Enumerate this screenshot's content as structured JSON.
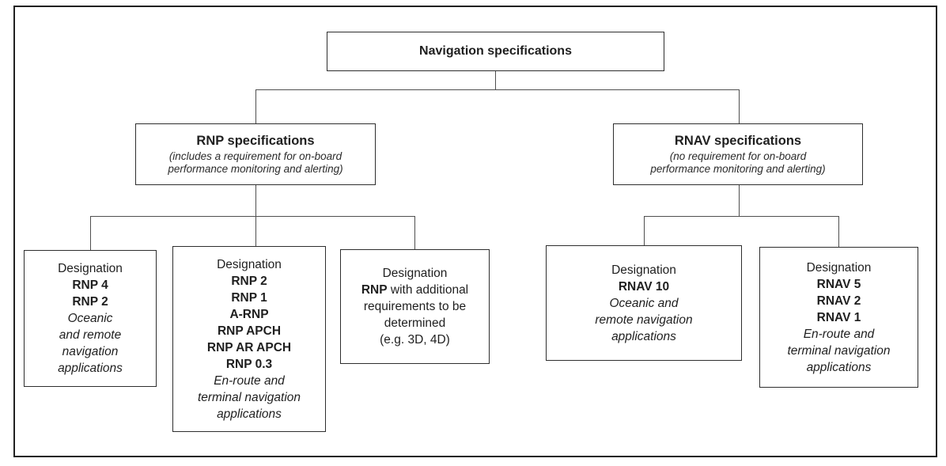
{
  "diagram": {
    "root": {
      "title": "Navigation specifications"
    },
    "rnp": {
      "title": "RNP specifications",
      "subtitle_line1": "(includes a requirement for on-board",
      "subtitle_line2": "performance monitoring and alerting)"
    },
    "rnav": {
      "title": "RNAV specifications",
      "subtitle_line1": "(no requirement for on-board",
      "subtitle_line2": "performance monitoring and alerting)"
    },
    "leaves": {
      "rnp_oceanic": {
        "lines": [
          {
            "text": "Designation",
            "style": "regular"
          },
          {
            "text": "RNP 4",
            "style": "bold"
          },
          {
            "text": "RNP 2",
            "style": "bold"
          },
          {
            "text": "Oceanic",
            "style": "italic"
          },
          {
            "text": "and remote",
            "style": "italic"
          },
          {
            "text": "navigation",
            "style": "italic"
          },
          {
            "text": "applications",
            "style": "italic"
          }
        ]
      },
      "rnp_enroute": {
        "lines": [
          {
            "text": "Designation",
            "style": "regular"
          },
          {
            "text": "RNP 2",
            "style": "bold"
          },
          {
            "text": "RNP 1",
            "style": "bold"
          },
          {
            "text": "A-RNP",
            "style": "bold"
          },
          {
            "text": "RNP APCH",
            "style": "bold"
          },
          {
            "text": "RNP AR APCH",
            "style": "bold"
          },
          {
            "text": "RNP 0.3",
            "style": "bold"
          },
          {
            "text": "En-route and",
            "style": "italic"
          },
          {
            "text": "terminal navigation",
            "style": "italic"
          },
          {
            "text": "applications",
            "style": "italic"
          }
        ]
      },
      "rnp_additional": {
        "lines": [
          {
            "text": "Designation",
            "style": "regular"
          },
          {
            "segments": [
              {
                "text": "RNP",
                "style": "bold"
              },
              {
                "text": " with additional",
                "style": "regular"
              }
            ]
          },
          {
            "text": "requirements to be",
            "style": "regular"
          },
          {
            "text": "determined",
            "style": "regular"
          },
          {
            "text": "(e.g. 3D, 4D)",
            "style": "regular"
          }
        ]
      },
      "rnav_oceanic": {
        "lines": [
          {
            "text": "Designation",
            "style": "regular"
          },
          {
            "text": "RNAV 10",
            "style": "bold"
          },
          {
            "text": "Oceanic and",
            "style": "italic"
          },
          {
            "text": "remote navigation",
            "style": "italic"
          },
          {
            "text": "applications",
            "style": "italic"
          }
        ]
      },
      "rnav_enroute": {
        "lines": [
          {
            "text": "Designation",
            "style": "regular"
          },
          {
            "text": "RNAV 5",
            "style": "bold"
          },
          {
            "text": "RNAV 2",
            "style": "bold"
          },
          {
            "text": "RNAV 1",
            "style": "bold"
          },
          {
            "text": "En-route and",
            "style": "italic"
          },
          {
            "text": "terminal navigation",
            "style": "italic"
          },
          {
            "text": "applications",
            "style": "italic"
          }
        ]
      }
    },
    "colors": {
      "background": "#ffffff",
      "text": "#1f1f1f",
      "box_border": "#2e2e2e",
      "outer_frame": "#212121",
      "connector": "#4f4f4f"
    }
  }
}
